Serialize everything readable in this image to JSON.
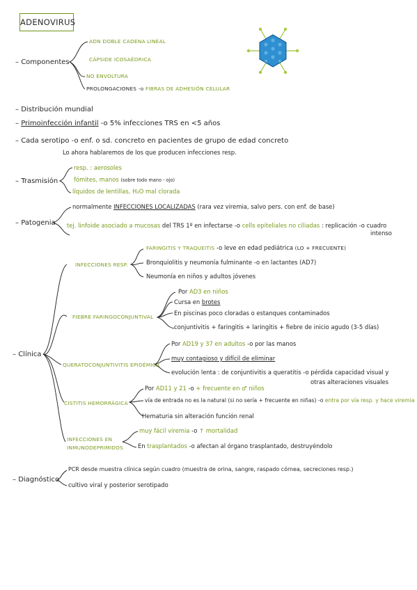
{
  "title": "ADENOVIRUS",
  "componentes": {
    "label": "Componentes",
    "items": [
      "ADN DOBLE CADENA LINEAL",
      "CÁPSIDE ICOSAÉDRICA",
      "NO ENVOLTURA"
    ],
    "prolongaciones": "PROLONGACIONES",
    "fibras": "FIBRAS DE ADHESIÓN CELULAR"
  },
  "distribucion": "Distribución mundial",
  "primoinfeccion": {
    "label": "Primoinfección infantil",
    "text": "5% infecciones TRS en <5 años"
  },
  "serotipo": {
    "label": "Cada serotipo",
    "text": "enf. o sd. concreto en pacientes de grupo de edad concreto",
    "note": "Lo ahora hablaremos de los que producen infecciones resp."
  },
  "trasmision": {
    "label": "Trasmisión",
    "items": [
      "resp. : aerosoles",
      "fómites, manos",
      "líquidos de lentillas, H₂O mal clorada"
    ],
    "fomites_note": "(sobre todo mano - ojo)"
  },
  "patogenia": {
    "label": "Patogenia",
    "line1_a": "normalmente",
    "line1_b": "INFECCIONES LOCALIZADAS",
    "line1_c": "(rara vez viremia, salvo pers. con enf. de base)",
    "line2_a": "tej. linfoide asociado a mucosas",
    "line2_b": "del TRS 1º en infectarse",
    "line2_c": "cells epiteliales no ciliadas",
    "line2_d": ": replicación",
    "line2_e": "cuadro",
    "line2_f": "intenso"
  },
  "clinica": {
    "label": "Clínica",
    "infecciones_resp": {
      "label": "INFECCIONES RESP.",
      "faringitis": "FARINGITIS Y TRAQUEITIS",
      "faringitis_text": "leve en edad pediátrica",
      "faringitis_note": "(LO + FRECUENTE)",
      "bronquiolitis": "Bronquiolitis y neumonía fulminante",
      "bronquiolitis_text": "en lactantes (AD7)",
      "neumonia": "Neumonía en niños y adultos jóvenes"
    },
    "fiebre": {
      "label": "FIEBRE FARINGOCONJUNTIVAL",
      "por": "Por",
      "ad": "AD3 en niños",
      "cursa": "Cursa en",
      "brotes": "brotes",
      "piscinas": "En piscinas poco cloradas o estanques contaminados",
      "conj": "conjuntivitis + faringitis + laringitis + fiebre de inicio agudo (3-5 días)"
    },
    "querato": {
      "label": "QUERATOCONJUNTIVITIS EPIDÉMICA",
      "por": "Por",
      "ad": "AD19 y 37 en adultos",
      "manos": "por las manos",
      "contagioso": "muy contagioso y difícil de eliminar",
      "evolucion": "evolución lenta : de conjuntivitis a queratitis",
      "perdida1": "pérdida capacidad visual y",
      "perdida2": "otras alteraciones visuales"
    },
    "cistitis": {
      "label": "CISTITIS HEMORRÁGICA",
      "por": "Por",
      "ad": "AD11 y 21",
      "frec": "+ frecuente en ♂ niños",
      "via": "vía de entrada no es la natural (si no sería + frecuente en niñas)",
      "entra": "entra por vía resp. y hace viremia",
      "hematuria": "Hematuria sin alteración función renal"
    },
    "inmuno": {
      "label1": "INFECCIONES EN",
      "label2": "INMUNODEPRIMIDOS",
      "viremia": "muy fácil viremia",
      "mortalidad": "↑ mortalidad",
      "en": "En",
      "trasplantados": "trasplantados",
      "afectan": "afectan al órgano trasplantado, destruyéndolo"
    }
  },
  "diagnostico": {
    "label": "Diagnóstico",
    "pcr": "PCR desde muestra clínica según cuadro (muestra de orina, sangre, raspado córnea, secreciones resp.)",
    "cultivo": "cultivo viral y posterior serotipado"
  },
  "colors": {
    "accent": "#7a9a1c",
    "ink": "#262626",
    "virus": "#2f8fd0"
  }
}
